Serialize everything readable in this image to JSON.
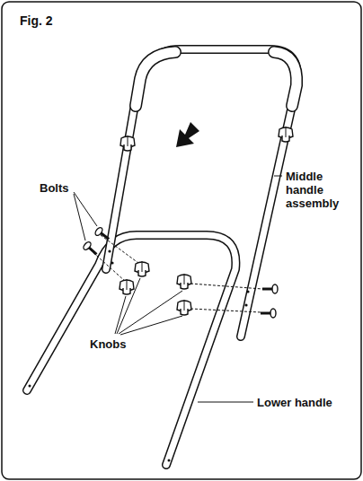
{
  "diagram": {
    "labels": [
      "Fig. 2",
      "Bolts",
      "Middle handle assembly",
      "Knobs",
      "Lower handle"
    ]
  }
}
